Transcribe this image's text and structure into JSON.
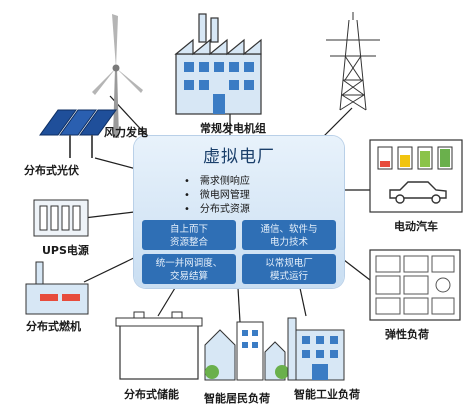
{
  "hub": {
    "title": "虚拟电厂",
    "bullets": [
      "需求侧响应",
      "微电网管理",
      "分布式资源"
    ],
    "boxes": [
      {
        "line1": "自上而下",
        "line2": "资源整合"
      },
      {
        "line1": "通信、软件与",
        "line2": "电力技术"
      },
      {
        "line1": "统一并网调度、",
        "line2": "交易结算"
      },
      {
        "line1": "以常规电厂",
        "line2": "模式运行"
      }
    ]
  },
  "nodes": {
    "wind": "风力发电",
    "power_plant": "常规发电机组",
    "solar": "分布式光伏",
    "ev": "电动汽车",
    "ups": "UPS电源",
    "gas": "分布式燃机",
    "flex_load": "弹性负荷",
    "storage": "分布式储能",
    "residential": "智能居民负荷",
    "industrial": "智能工业负荷"
  },
  "colors": {
    "hub_blue": "#2f6fb5",
    "hub_bg": "#d6e6f5",
    "line": "#1f1f1f",
    "battery_green": "#6ab04c",
    "battery_yellow": "#f1c40f",
    "battery_red": "#e74c3c"
  }
}
